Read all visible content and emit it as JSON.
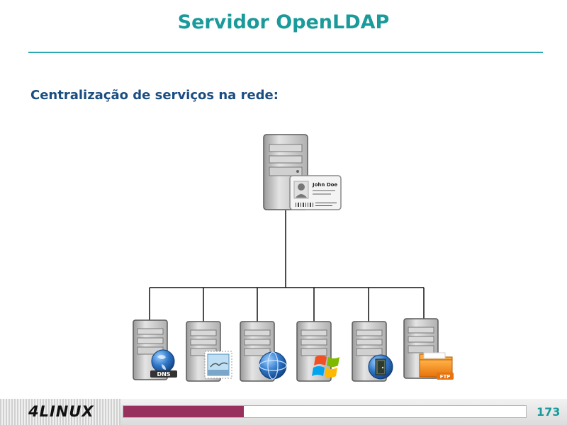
{
  "slide": {
    "title": "Servidor OpenLDAP",
    "subtitle": "Centralização de serviços na rede:"
  },
  "diagram": {
    "central_server": {
      "card_name": "John Doe",
      "card_icon": "id-card-icon"
    },
    "clients": [
      {
        "service": "dns",
        "icon": "globe-icon",
        "label": "DNS"
      },
      {
        "service": "mail",
        "icon": "stamp-icon",
        "label": ""
      },
      {
        "service": "web",
        "icon": "globe-icon",
        "label": ""
      },
      {
        "service": "windows",
        "icon": "windows-logo-icon",
        "label": ""
      },
      {
        "service": "proxy",
        "icon": "door-globe-icon",
        "label": ""
      },
      {
        "service": "ftp",
        "icon": "folder-icon",
        "label": "FTP"
      }
    ]
  },
  "footer": {
    "logo": "4LINUX",
    "page_number": "173",
    "progress": 0.3,
    "accent_color": "#98305e"
  },
  "colors": {
    "title": "#1a9a9a",
    "subtitle": "#1a4d80",
    "rule": "#26a9b0"
  }
}
